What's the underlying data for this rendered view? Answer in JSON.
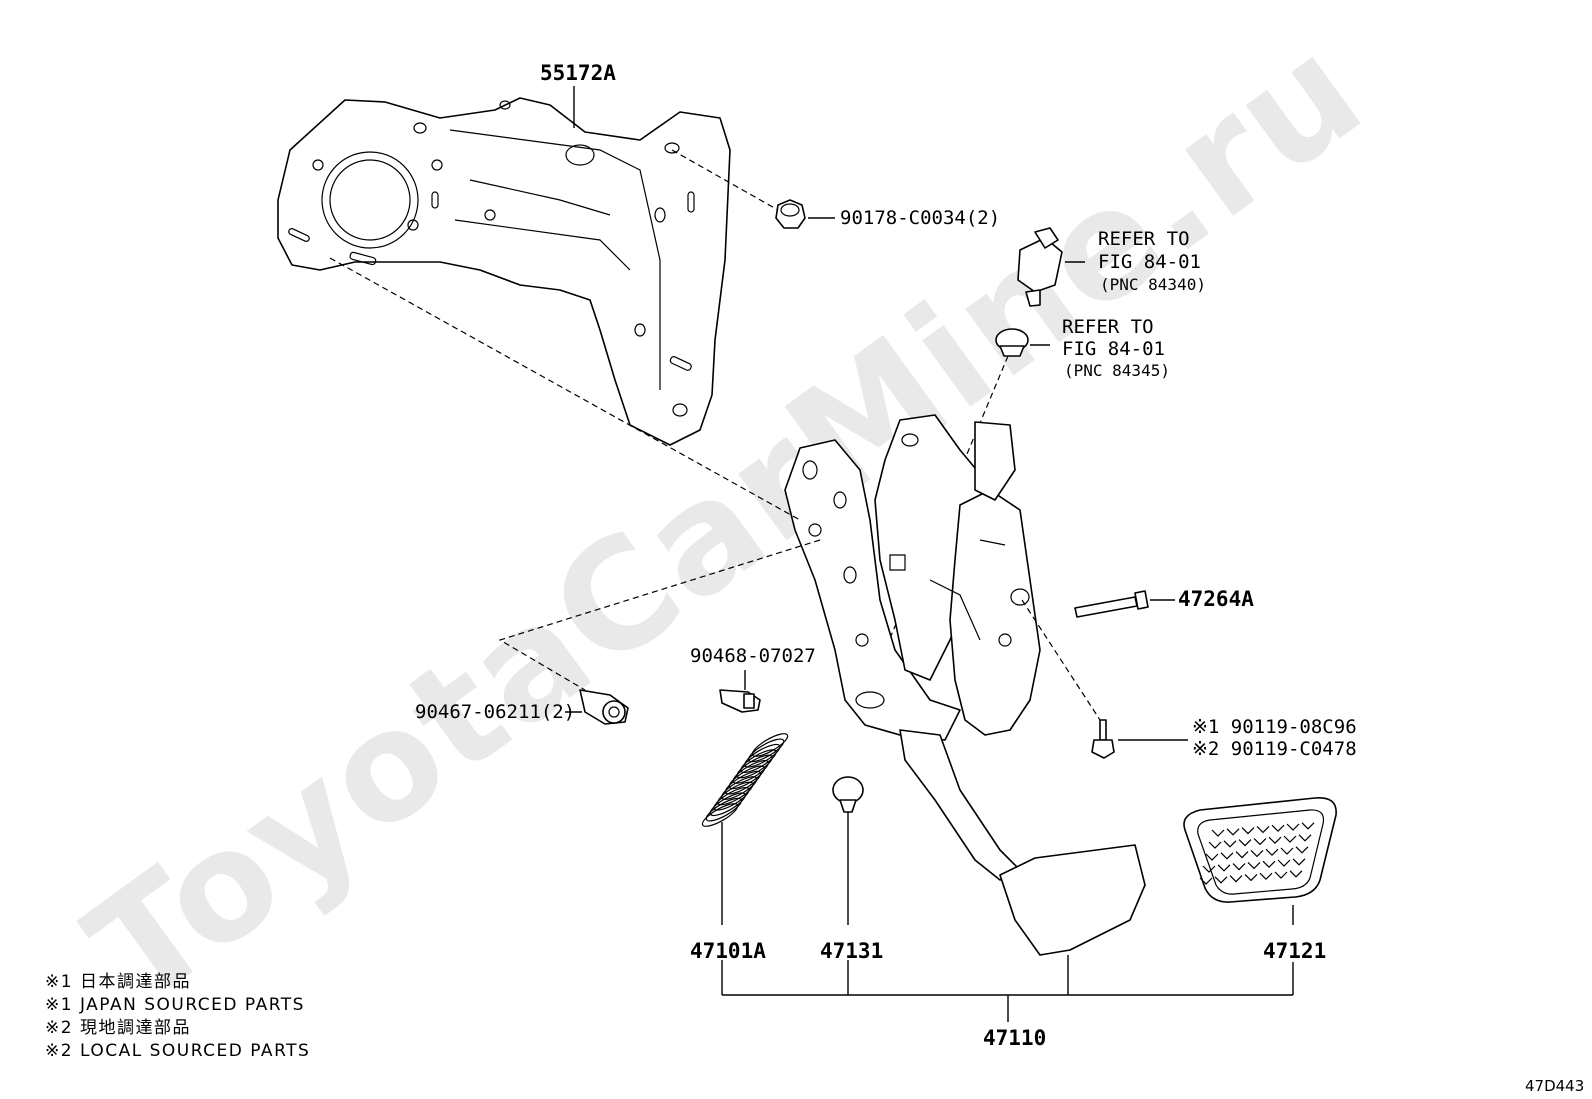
{
  "watermark": "ToyotaCarMine.ru",
  "figure_code": "47D443",
  "parts": {
    "bracket": "55172A",
    "nut": "90178-C0034(2)",
    "stop_lamp_switch_ref": {
      "line1": "REFER TO",
      "line2": "FIG 84-01",
      "line3": "(PNC 84340)"
    },
    "cushion_ref": {
      "line1": "REFER TO",
      "line2": "FIG 84-01",
      "line3": "(PNC 84345)"
    },
    "pin": "47264A",
    "bolt_jp": "※1 90119-08C96",
    "bolt_local": "※2 90119-C0478",
    "clip_small": "90468-07027",
    "clip_pair": "90467-06211(2)",
    "spring": "47101A",
    "cushion": "47131",
    "pedal_pad": "47121",
    "pedal_assembly": "47110"
  },
  "notes": [
    "※1 日本調達部品",
    "※1 JAPAN SOURCED PARTS",
    "※2 現地調達部品",
    "※2 LOCAL SOURCED PARTS"
  ]
}
